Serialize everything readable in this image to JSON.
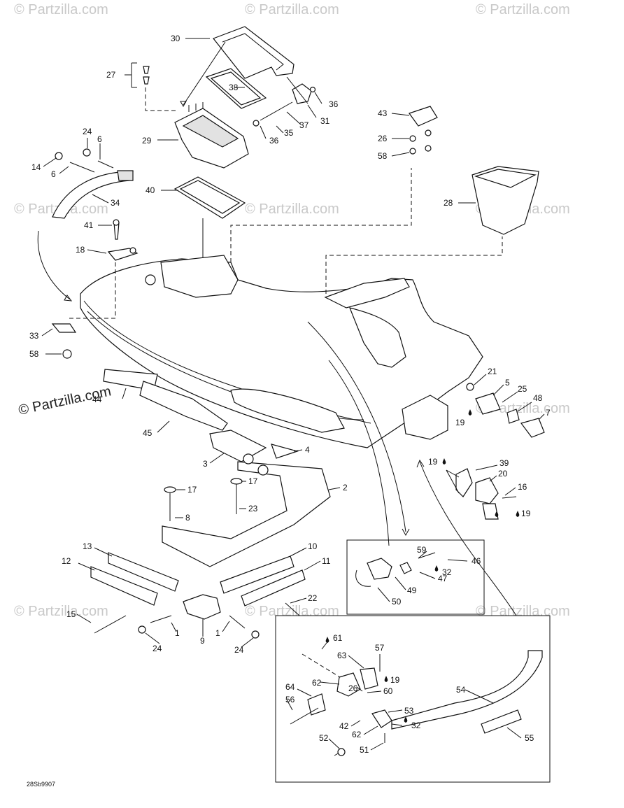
{
  "watermark": {
    "text": "© Partzilla.com",
    "logo_text": "© Partzilla.com"
  },
  "diagram_code": "28Sb9907",
  "labels": [
    "30",
    "27",
    "38",
    "36",
    "31",
    "37",
    "35",
    "36",
    "29",
    "24",
    "6",
    "14",
    "6",
    "34",
    "40",
    "41",
    "18",
    "33",
    "58",
    "43",
    "26",
    "58",
    "28",
    "21",
    "5",
    "25",
    "48",
    "7",
    "19",
    "44",
    "45",
    "3",
    "4",
    "2",
    "17",
    "17",
    "8",
    "23",
    "39",
    "20",
    "16",
    "19",
    "19",
    "13",
    "10",
    "12",
    "11",
    "22",
    "15",
    "1",
    "9",
    "1",
    "24",
    "24",
    "59",
    "46",
    "47",
    "32",
    "49",
    "50",
    "61",
    "57",
    "63",
    "19",
    "64",
    "62",
    "56",
    "26",
    "60",
    "53",
    "42",
    "62",
    "32",
    "52",
    "51",
    "54",
    "55"
  ]
}
